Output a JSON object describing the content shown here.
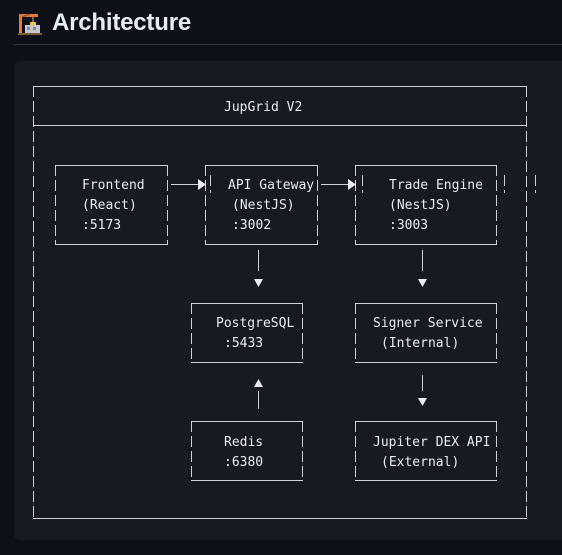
{
  "heading": {
    "emoji_icon": "building-construction-icon",
    "title": "Architecture"
  },
  "diagram": {
    "system_title": "JupGrid V2",
    "boxes": {
      "frontend": {
        "line1": "Frontend",
        "line2": "(React)",
        "line3": ":5173"
      },
      "api_gateway": {
        "line1": "API Gateway",
        "line2": "(NestJS)",
        "line3": ":3002"
      },
      "trade_engine": {
        "line1": "Trade Engine",
        "line2": "(NestJS)",
        "line3": ":3003"
      },
      "postgresql": {
        "line1": "PostgreSQL",
        "line2": ":5433"
      },
      "signer_service": {
        "line1": "Signer Service",
        "line2": "(Internal)"
      },
      "redis": {
        "line1": "Redis",
        "line2": ":6380"
      },
      "jupiter_dex_api": {
        "line1": "Jupiter DEX API",
        "line2": "(External)"
      }
    },
    "colors": {
      "background": "#0d1117",
      "code_background": "#161b22",
      "line": "#c9d1d9",
      "text": "#e6edf3"
    }
  }
}
